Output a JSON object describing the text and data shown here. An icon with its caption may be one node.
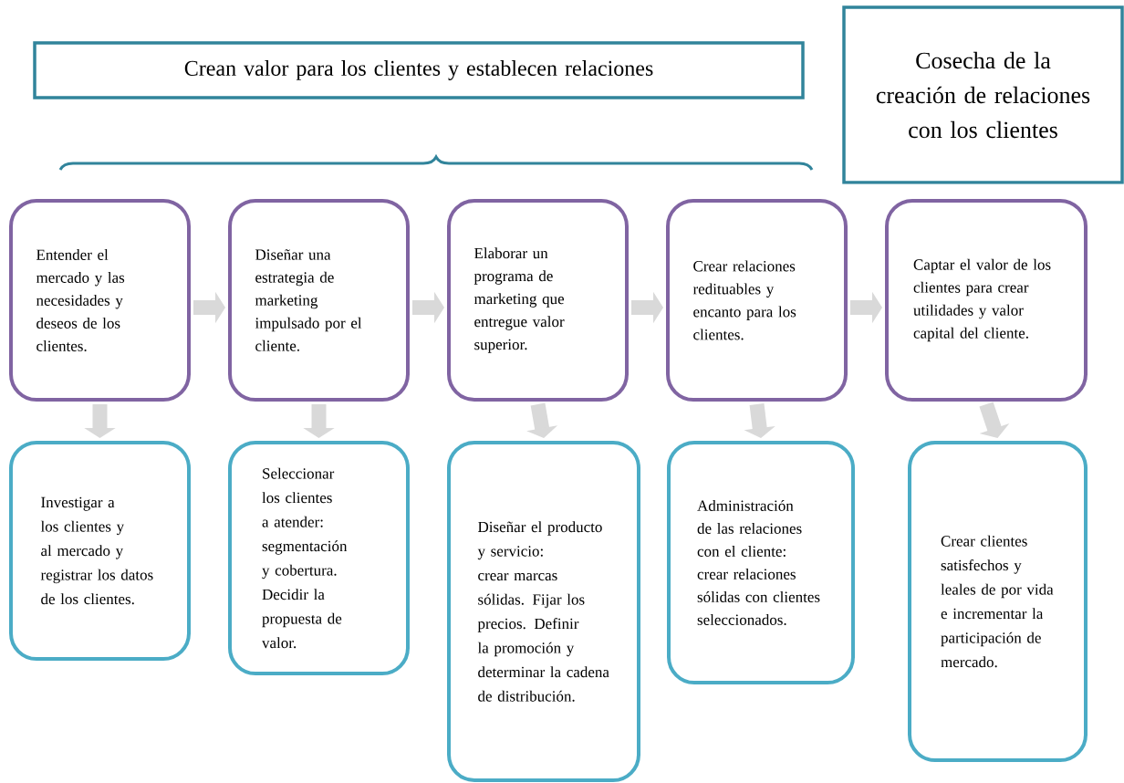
{
  "diagram": {
    "nodes": [
      {
        "text": [
          "Crean valor para los clientes y establecen relaciones"
        ]
      },
      {
        "text": [
          "Cosecha de la creación de relaciones con los clientes"
        ]
      },
      {
        "text": [
          "Entender el mercado y las necesidades y deseos de los clientes."
        ]
      },
      {
        "text": [
          "Diseñar una estrategia de marketing impulsado por el cliente."
        ]
      },
      {
        "text": [
          "Elaborar un programa de marketing que entregue valor superior."
        ]
      },
      {
        "text": [
          "Crear relaciones redituables y encanto para los clientes."
        ]
      },
      {
        "text": [
          "Captar el valor de los clientes para crear utilidades y valor capital del cliente."
        ]
      },
      {
        "text": [
          "Investigar a los clientes y al mercado y registrar los datos de los clientes."
        ]
      },
      {
        "text": [
          "Seleccionar los clientes a atender: segmentación y cobertura. Decidir la propuesta de valor."
        ]
      },
      {
        "text": [
          "Diseñar el producto y servicio: crear marcas sólidas. Fijar los precios. Definir la promoción y determinar la cadena de distribución."
        ]
      },
      {
        "text": [
          "Administración de las relaciones con el cliente: crear relaciones sólidas con clientes seleccionados."
        ]
      },
      {
        "text": [
          "Crear clientes satisfechos y leales de por vida e incrementar la participación de mercado."
        ]
      }
    ],
    "edges": [
      {
        "from": 2,
        "to": 3,
        "arrow": "to"
      },
      {
        "from": 3,
        "to": 4,
        "arrow": "to"
      },
      {
        "from": 4,
        "to": 5,
        "arrow": "to"
      },
      {
        "from": 5,
        "to": 6,
        "arrow": "to"
      },
      {
        "from": 2,
        "to": 7,
        "arrow": "to"
      },
      {
        "from": 3,
        "to": 8,
        "arrow": "to"
      },
      {
        "from": 4,
        "to": 9,
        "arrow": "to"
      },
      {
        "from": 5,
        "to": 10,
        "arrow": "to"
      },
      {
        "from": 6,
        "to": 11,
        "arrow": "to"
      }
    ]
  }
}
